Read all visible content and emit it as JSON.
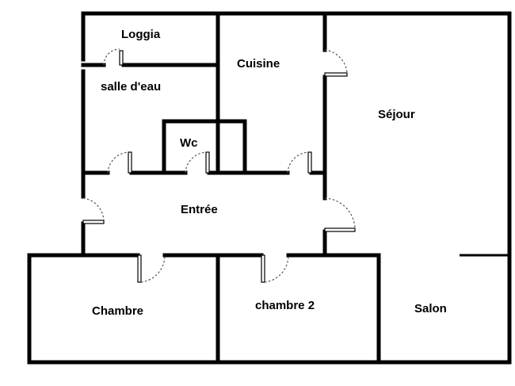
{
  "rooms": {
    "loggia": "Loggia",
    "salle_deau": "salle d'eau",
    "cuisine": "Cuisine",
    "sejour": "Séjour",
    "wc": "Wc",
    "entree": "Entrée",
    "chambre": "Chambre",
    "chambre2": "chambre 2",
    "salon": "Salon"
  },
  "colors": {
    "wall": "#000000",
    "door_arc": "#555555",
    "background": "#ffffff"
  },
  "icons": [
    "door-swing-icon"
  ]
}
